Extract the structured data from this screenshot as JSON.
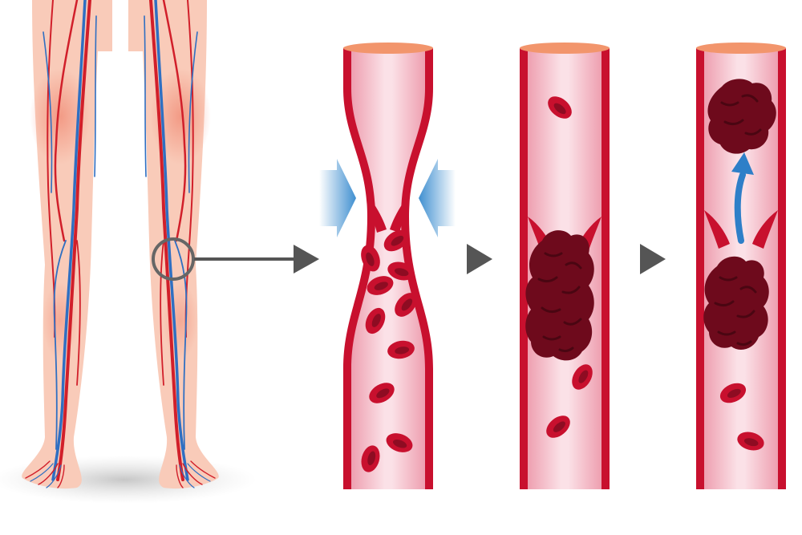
{
  "colors": {
    "skin": "#f9cbb9",
    "skin_glow": "#f08a74",
    "artery": "#d11f2a",
    "vein": "#2f6fc2",
    "vessel_wall": "#c8102e",
    "vessel_lumen": "#f4b3c0",
    "vessel_highlight": "#fbe1e7",
    "vessel_rim": "#f2956c",
    "red_cell": "#c8102e",
    "red_cell_shade": "#8e0c22",
    "clot": "#6e0a1c",
    "clot_dark": "#4a0612",
    "arrow": "#555555",
    "pressure_arrow": "#3f8fd0",
    "flow_arrow": "#2e7fc8",
    "magnifier_ring": "#666666"
  },
  "icons": {
    "legs": "legs-veins-icon",
    "magnifier": "magnifier-circle-icon",
    "pointer_arrow": "pointer-arrow-icon",
    "step_arrow": "triangle-right-icon",
    "pressure": "compression-arrows-icon",
    "flow": "up-arrow-icon",
    "clot": "blood-clot-icon",
    "cell": "red-blood-cell-icon"
  },
  "stages": [
    {
      "id": "compressed-vein",
      "icon": "compressed-vein-icon"
    },
    {
      "id": "clot-forming",
      "icon": "clot-forming-icon"
    },
    {
      "id": "clot-detaching",
      "icon": "clot-detaching-icon"
    }
  ]
}
